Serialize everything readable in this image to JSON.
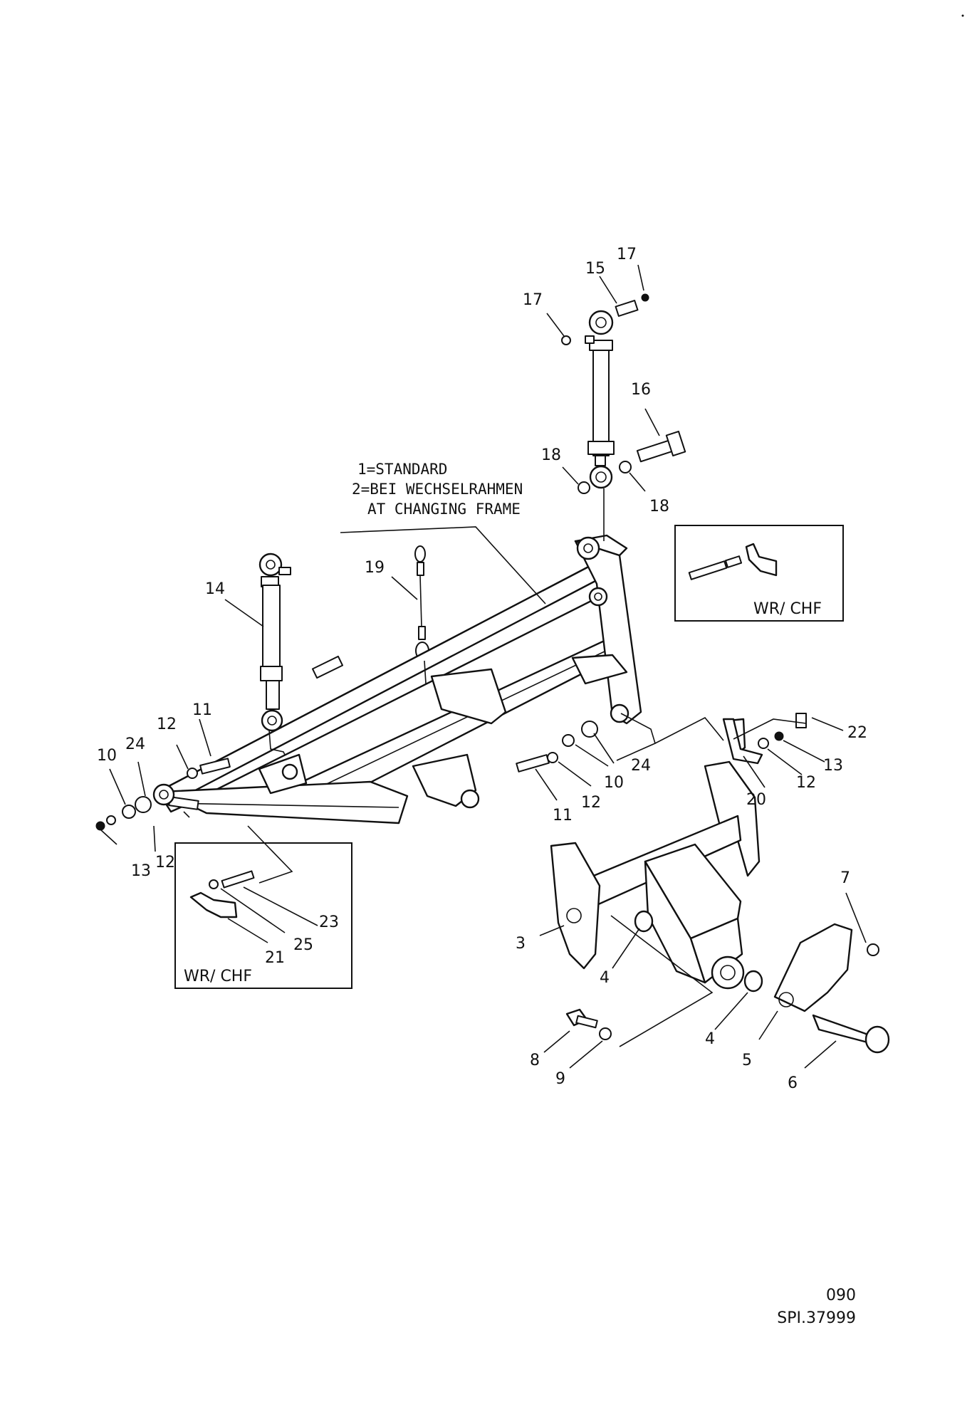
{
  "callouts": [
    {
      "id": "c1",
      "text": "1"
    },
    {
      "id": "c2",
      "text": "2"
    },
    {
      "id": "c3",
      "text": "3"
    },
    {
      "id": "c4a",
      "text": "4"
    },
    {
      "id": "c4b",
      "text": "4"
    },
    {
      "id": "c5",
      "text": "5"
    },
    {
      "id": "c6",
      "text": "6"
    },
    {
      "id": "c7",
      "text": "7"
    },
    {
      "id": "c8",
      "text": "8"
    },
    {
      "id": "c9",
      "text": "9"
    },
    {
      "id": "c10a",
      "text": "10"
    },
    {
      "id": "c10b",
      "text": "10"
    },
    {
      "id": "c11a",
      "text": "11"
    },
    {
      "id": "c11b",
      "text": "11"
    },
    {
      "id": "c12a",
      "text": "12"
    },
    {
      "id": "c12b",
      "text": "12"
    },
    {
      "id": "c12c",
      "text": "12"
    },
    {
      "id": "c12d",
      "text": "12"
    },
    {
      "id": "c13a",
      "text": "13"
    },
    {
      "id": "c13b",
      "text": "13"
    },
    {
      "id": "c14",
      "text": "14"
    },
    {
      "id": "c15",
      "text": "15"
    },
    {
      "id": "c16",
      "text": "16"
    },
    {
      "id": "c17a",
      "text": "17"
    },
    {
      "id": "c17b",
      "text": "17"
    },
    {
      "id": "c18a",
      "text": "18"
    },
    {
      "id": "c18b",
      "text": "18"
    },
    {
      "id": "c19",
      "text": "19"
    },
    {
      "id": "c20",
      "text": "20"
    },
    {
      "id": "c21",
      "text": "21"
    },
    {
      "id": "c22",
      "text": "22"
    },
    {
      "id": "c23",
      "text": "23"
    },
    {
      "id": "c24a",
      "text": "24"
    },
    {
      "id": "c24b",
      "text": "24"
    },
    {
      "id": "c25",
      "text": "25"
    }
  ],
  "variant_note": {
    "line1": "1=STANDARD",
    "line2": "2=BEI WECHSELRAHMEN",
    "line3": "AT CHANGING FRAME"
  },
  "inset_labels": {
    "right": "WR/ CHF",
    "left": "WR/ CHF"
  },
  "footer": {
    "page_code": "090",
    "drawing_id": "SPI.37999"
  }
}
